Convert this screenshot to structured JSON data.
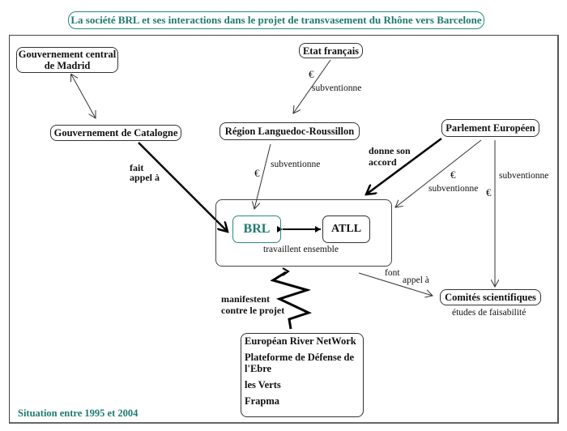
{
  "title": "La société BRL et ses interactions dans le projet de transvasement du Rhône vers Barcelone",
  "nodes": {
    "madrid": "Gouvernement central de Madrid",
    "madrid_line1": "Gouvernement central",
    "madrid_line2": "de Madrid",
    "catalogne": "Gouvernement de Catalogne",
    "etat": "Etat français",
    "region": "Région Languedoc-Roussillon",
    "parlement": "Parlement Européen",
    "brl": "BRL",
    "atll": "ATLL",
    "comites": "Comités scientifiques"
  },
  "labels": {
    "euro": "€",
    "subventionne": "subventionne",
    "fait_appel_1": "fait",
    "fait_appel_2": "appel à",
    "donne_accord_1": "donne son",
    "donne_accord_2": "accord",
    "travaillent": "travaillent ensemble",
    "font": "font",
    "appel_a": "appel à",
    "manifestent_1": "manifestent",
    "manifestent_2": "contre le projet",
    "etudes": "études de faisabilité"
  },
  "opponents": [
    "Européan River NetWork",
    "Plateforme de Défense de l'Ebre",
    "les Verts",
    "Frapma"
  ],
  "footer": "Situation entre 1995 et 2004",
  "colors": {
    "accent": "#1f7a70",
    "line": "#333333"
  }
}
